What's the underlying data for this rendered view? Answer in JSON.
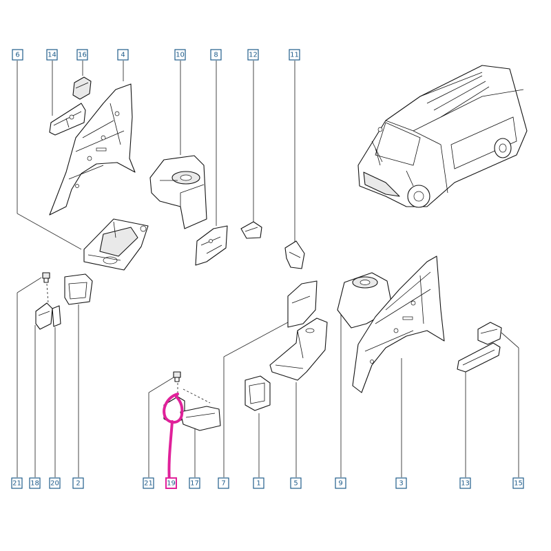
{
  "diagram": {
    "colors": {
      "label": "#1f5c8a",
      "highlight": "#e0219a",
      "line": "#111111"
    },
    "top_labels": [
      "6",
      "14",
      "16",
      "4",
      "10",
      "8",
      "12",
      "11"
    ],
    "bottom_left_labels": [
      "21",
      "18",
      "20",
      "2"
    ],
    "bottom_labels": [
      "21",
      "19",
      "17",
      "7",
      "1",
      "5",
      "9",
      "3",
      "13",
      "15"
    ],
    "highlighted_part": "19",
    "vehicle": "van-illustration"
  }
}
